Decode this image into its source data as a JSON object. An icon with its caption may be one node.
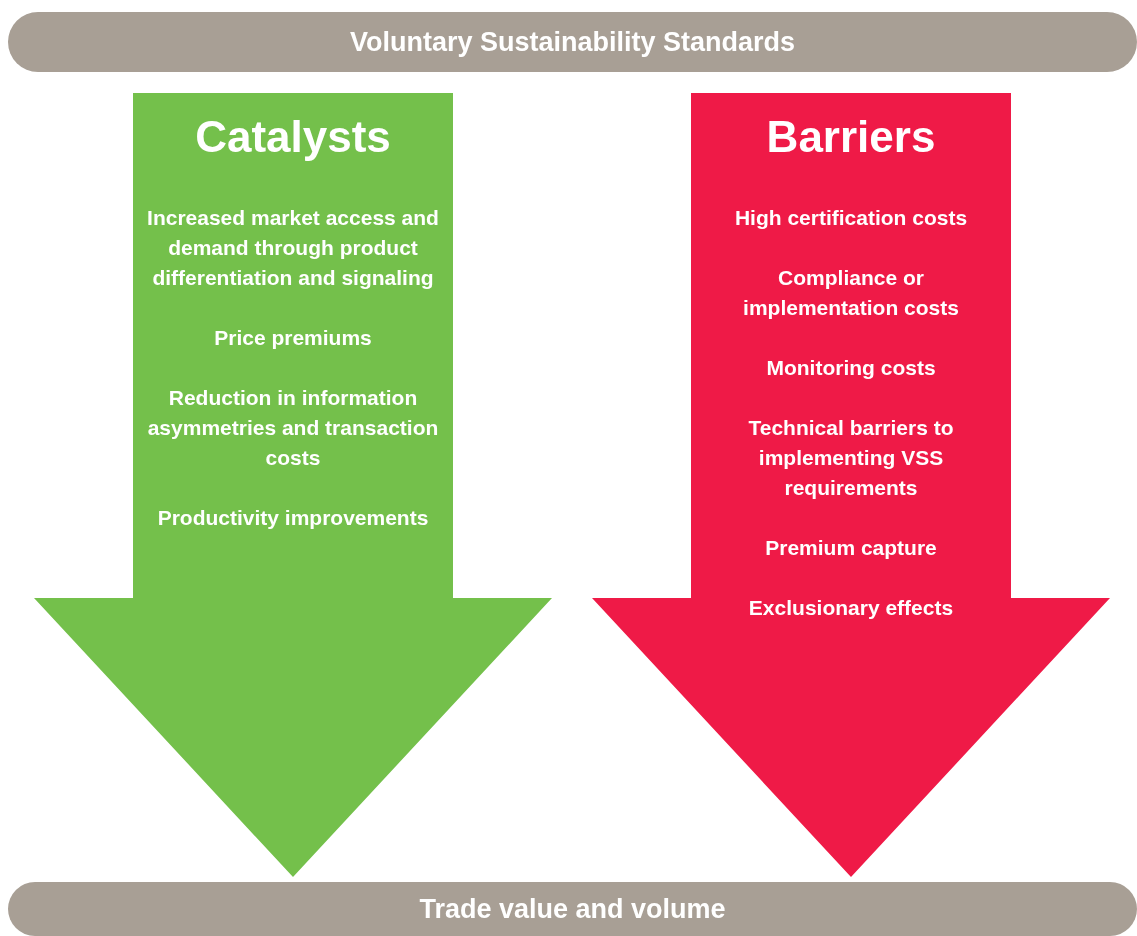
{
  "diagram": {
    "nodes": [
      {
        "text": [
          "Voluntary Sustainability Standards"
        ]
      },
      {
        "text": [
          "Catalysts",
          "Increased market access and demand through product differentiation and signaling",
          "Price premiums",
          "Reduction in information asymmetries and transaction costs",
          "Productivity improvements"
        ]
      },
      {
        "text": [
          "Barriers",
          "High certification costs",
          "Compliance or implementation costs",
          "Monitoring costs",
          "Technical barriers to implementing VSS requirements",
          "Premium capture",
          "Exclusionary effects"
        ]
      },
      {
        "text": [
          "Trade value and volume"
        ]
      }
    ]
  }
}
